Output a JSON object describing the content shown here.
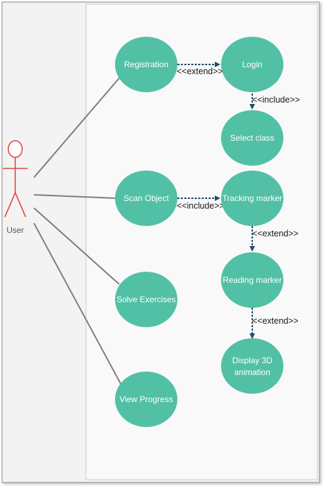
{
  "diagram": {
    "actor": {
      "label": "User"
    },
    "use_cases": {
      "registration": "Registration",
      "login": "Login",
      "select_class": "Select class",
      "scan_object": "Scan Object",
      "tracking_marker": "Tracking marker",
      "reading_marker": "Reading marker",
      "display_3d": [
        "Display 3D",
        "animation"
      ],
      "solve_exercises": "Solve Exercises",
      "view_progress": "View Progress"
    },
    "relations": {
      "registration_login": "<<extend>>",
      "login_select_class": "<<include>>",
      "scan_tracking": "<<include>>",
      "tracking_reading": "<<extend>>",
      "reading_display": "<<extend>>"
    },
    "colors": {
      "use_case_fill": "#52c0a5",
      "actor_stroke": "#e0483f",
      "arrow": "#1e4a6b",
      "association": "#7d7d7d",
      "system_boundary": "#c9c9c9",
      "left_panel": "#f2f2f2",
      "system_panel": "#f8f8f8"
    }
  }
}
